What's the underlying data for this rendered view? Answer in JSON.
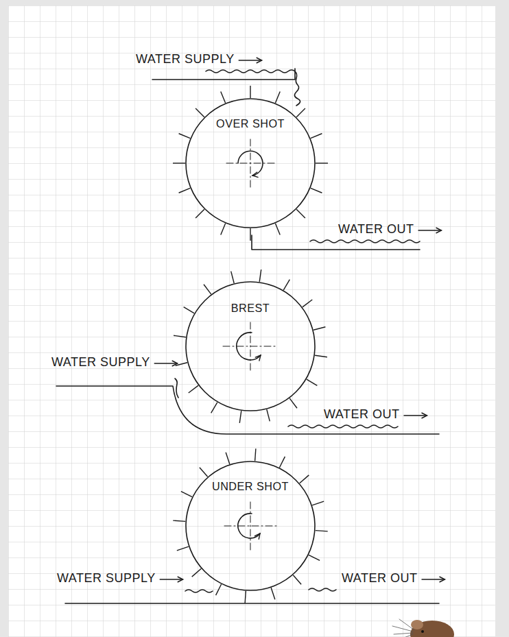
{
  "diagram": {
    "nodes": [
      {
        "text": [
          "OVER SHOT"
        ]
      },
      {
        "text": [
          "BREST"
        ]
      },
      {
        "text": [
          "UNDER SHOT"
        ]
      }
    ],
    "labels": [
      "WATER SUPPLY",
      "WATER OUT",
      "WATER SUPPLY",
      "WATER OUT",
      "WATER SUPPLY",
      "WATER OUT"
    ]
  }
}
